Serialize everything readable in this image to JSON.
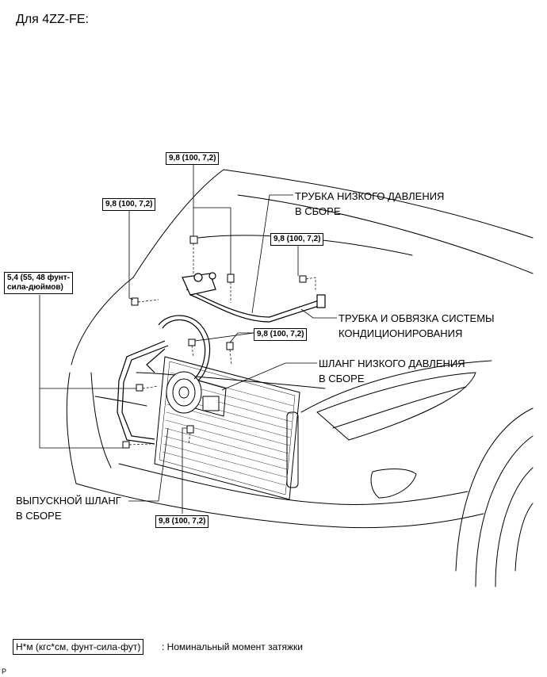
{
  "header": {
    "variant": "Для 4ZZ-FE:"
  },
  "torque": {
    "t1": "9,8 (100, 7,2)",
    "t2": "9,8 (100, 7,2)",
    "t3": "9,8 (100, 7,2)",
    "t4": "9,8 (100, 7,2)",
    "t5": "9,8 (100, 7,2)",
    "t6_line1": "5,4 (55, 48 фунт-",
    "t6_line2": "сила-дюймов)"
  },
  "labels": {
    "low_pressure_tube_l1": "ТРУБКА НИЗКОГО ДАВЛЕНИЯ",
    "low_pressure_tube_l2": "В СБОРЕ",
    "ac_tube_l1": "ТРУБКА И ОБВЯЗКА СИСТЕМЫ",
    "ac_tube_l2": "КОНДИЦИОНИРОВАНИЯ",
    "low_pressure_hose_l1": "ШЛАНГ НИЗКОГО ДАВЛЕНИЯ",
    "low_pressure_hose_l2": "В СБОРЕ",
    "discharge_hose_l1": "ВЫПУСКНОЙ ШЛАНГ",
    "discharge_hose_l2": "В СБОРЕ"
  },
  "legend": {
    "units": "Н*м (кгс*см, фунт-сила-фут)",
    "meaning": ": Номинальный момент затяжки"
  },
  "footer": {
    "mark": "P"
  }
}
